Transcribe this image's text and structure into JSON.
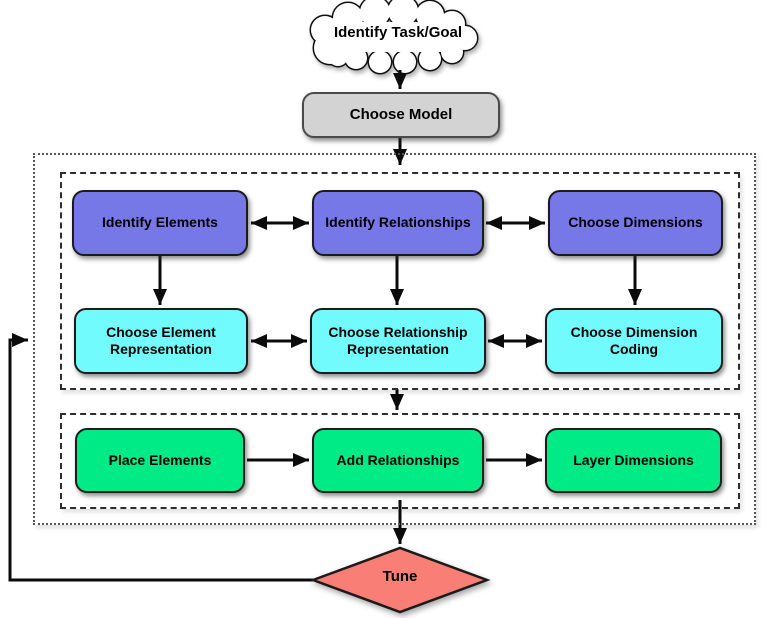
{
  "diagram": {
    "cloud": {
      "label": "Identify Task/Goal"
    },
    "model": {
      "label": "Choose Model"
    },
    "design_stage": {
      "row_identify": [
        {
          "id": "identify-elements",
          "label": "Identify Elements"
        },
        {
          "id": "identify-relationships",
          "label": "Identify Relationships"
        },
        {
          "id": "choose-dimensions",
          "label": "Choose Dimensions"
        }
      ],
      "row_representation": [
        {
          "id": "choose-element-representation",
          "label": "Choose Element Representation"
        },
        {
          "id": "choose-relationship-representation",
          "label": "Choose Relationship Representation"
        },
        {
          "id": "choose-dimension-coding",
          "label": "Choose Dimension Coding"
        }
      ]
    },
    "build_stage": {
      "row_build": [
        {
          "id": "place-elements",
          "label": "Place Elements"
        },
        {
          "id": "add-relationships",
          "label": "Add Relationships"
        },
        {
          "id": "layer-dimensions",
          "label": "Layer Dimensions"
        }
      ]
    },
    "tune": {
      "label": "Tune"
    }
  },
  "colors": {
    "purple": "#7678E8",
    "cyan": "#72FBFD",
    "green": "#00EA85",
    "red": "#F87E76",
    "gray": "#D3D3D3"
  }
}
